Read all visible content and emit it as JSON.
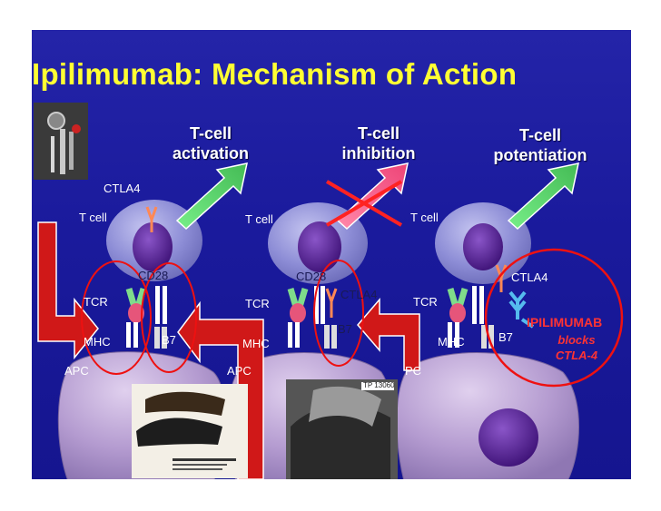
{
  "title": "Ipilimumab: Mechanism of Action",
  "headings": {
    "activation": [
      "T-cell",
      "activation"
    ],
    "inhibition": [
      "T-cell",
      "inhibition"
    ],
    "potentiation": [
      "T-cell",
      "potentiation"
    ]
  },
  "labels": {
    "ctla4": "CTLA4",
    "tcell": "T cell",
    "cd28": "CD28",
    "tcr": "TCR",
    "mhc": "MHC",
    "b7": "B7",
    "apc": "APC",
    "apc_cut": "PC"
  },
  "ipilimumab": {
    "name": "IPILIMUMAB",
    "line1": "blocks",
    "line2": "CTLA-4"
  },
  "photo_caption": "TP 13060",
  "colors": {
    "background": "#1a1a9c",
    "title": "#ffff33",
    "arrow_green": "#66dd77",
    "arrow_pink": "#ff6699",
    "arrow_red": "#cc1111",
    "tcell": "#8d8dd6",
    "nucleus": "#4b1a8c",
    "apc": "#b49bd0",
    "ellipse": "#ee1111"
  },
  "icons": [
    "car-keys-photo",
    "pedal-gas-photo",
    "pedal-brake-photo"
  ]
}
